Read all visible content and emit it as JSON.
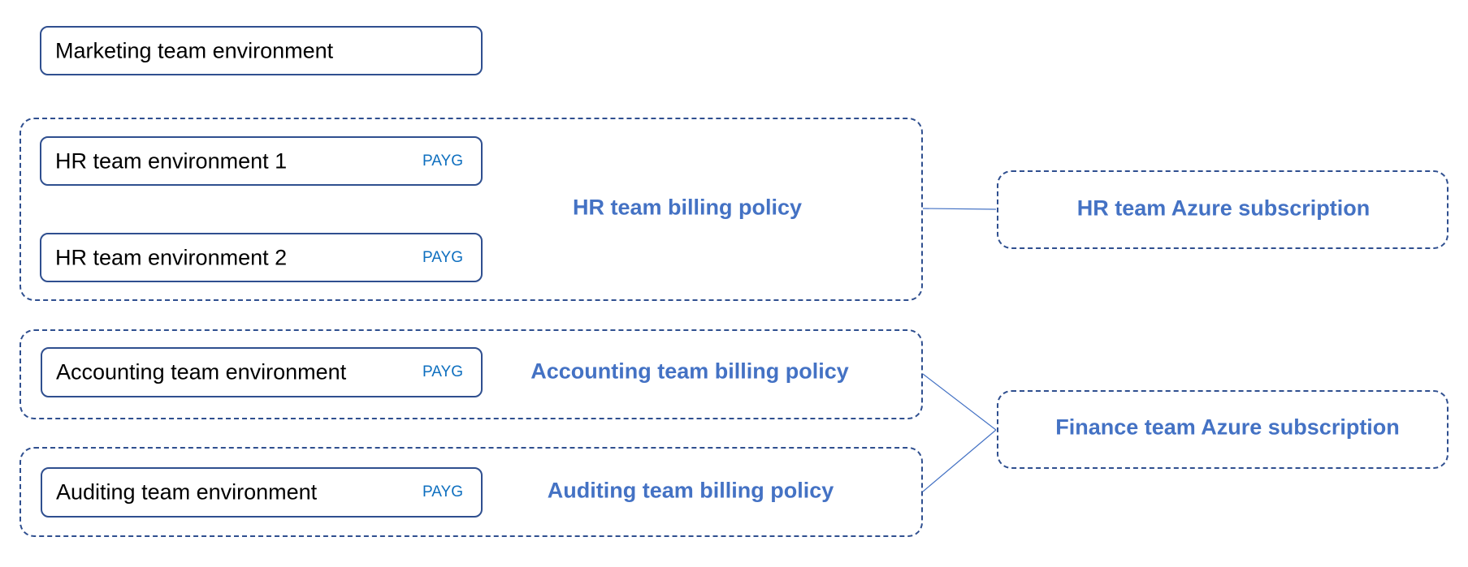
{
  "environments": {
    "marketing": {
      "label": "Marketing team environment"
    },
    "hr1": {
      "label": "HR team environment 1",
      "tag": "PAYG"
    },
    "hr2": {
      "label": "HR team environment 2",
      "tag": "PAYG"
    },
    "accounting": {
      "label": "Accounting team environment",
      "tag": "PAYG"
    },
    "auditing": {
      "label": "Auditing team environment",
      "tag": "PAYG"
    }
  },
  "billing_policies": {
    "hr": {
      "label": "HR team billing policy"
    },
    "accounting": {
      "label": "Accounting team billing policy"
    },
    "auditing": {
      "label": "Auditing team billing policy"
    }
  },
  "subscriptions": {
    "hr": {
      "label": "HR team Azure subscription"
    },
    "finance": {
      "label": "Finance team Azure subscription"
    }
  },
  "colors": {
    "box_border": "#2f4f8f",
    "policy_text": "#4472c4",
    "tag_text": "#0e6fbf",
    "connector": "#4472c4"
  }
}
